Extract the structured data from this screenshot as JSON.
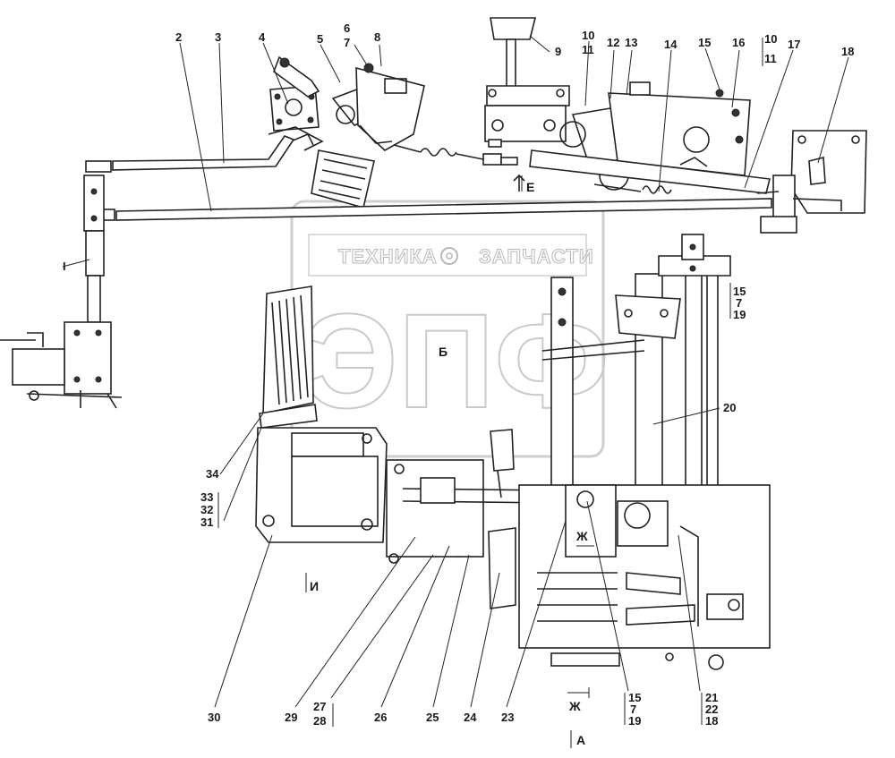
{
  "watermark": {
    "banner_left": "ТЕХНИКА",
    "banner_right": "ЗАПЧАСТИ",
    "logo": "ЭПФ"
  },
  "view_markers": {
    "E": "Е",
    "B": "Б",
    "Zh_top": "Ж",
    "I": "И",
    "Zh_bottom": "Ж",
    "A": "А"
  },
  "callouts": {
    "c1": "I",
    "c2": "2",
    "c3": "3",
    "c4": "4",
    "c5": "5",
    "c6": "6",
    "c7": "7",
    "c8": "8",
    "c9": "9",
    "c10a": "10",
    "c11a": "11",
    "c12": "12",
    "c13": "13",
    "c14": "14",
    "c15a": "15",
    "c16": "16",
    "c10b": "10",
    "c11b": "11",
    "c17": "17",
    "c18": "18",
    "c15b": "15",
    "c7b": "7",
    "c19b": "19",
    "c20": "20",
    "c34": "34",
    "c33": "33",
    "c32": "32",
    "c31": "31",
    "c30": "30",
    "c29": "29",
    "c27": "27",
    "c28": "28",
    "c26": "26",
    "c25": "25",
    "c24": "24",
    "c23": "23",
    "c15c": "15",
    "c7c": "7",
    "c19c": "19",
    "c21": "21",
    "c22": "22",
    "c18b": "18"
  }
}
